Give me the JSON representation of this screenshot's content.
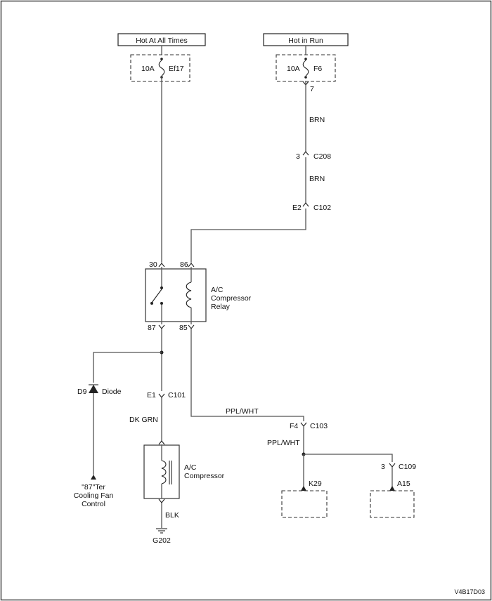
{
  "power": {
    "hot_at_all_times": "Hot At All Times",
    "hot_in_run": "Hot in Run"
  },
  "fuses": {
    "ef17": {
      "rating": "10A",
      "name": "Ef17"
    },
    "f6": {
      "rating": "10A",
      "name": "F6",
      "pin": "7"
    }
  },
  "wires": {
    "brn_1": "BRN",
    "brn_2": "BRN",
    "dk_grn": "DK GRN",
    "ppl_wht_1": "PPL/WHT",
    "ppl_wht_2": "PPL/WHT",
    "blk": "BLK"
  },
  "connectors": {
    "c208": {
      "pin": "3",
      "name": "C208"
    },
    "c102": {
      "pin": "E2",
      "name": "C102"
    },
    "c101": {
      "pin": "E1",
      "name": "C101"
    },
    "c103": {
      "pin": "F4",
      "name": "C103"
    },
    "c109": {
      "pin": "3",
      "name": "C109"
    }
  },
  "relay": {
    "pins": {
      "p30": "30",
      "p86": "86",
      "p87": "87",
      "p85": "85"
    },
    "label_lines": [
      "A/C",
      "Compressor",
      "Relay"
    ]
  },
  "diode": {
    "ref": "D9",
    "name": "Diode"
  },
  "cooling_fan": {
    "lines": [
      "\"87\"Ter",
      "Cooling Fan",
      "Control"
    ]
  },
  "compressor": {
    "lines": [
      "A/C",
      "Compressor"
    ]
  },
  "ground": "G202",
  "modules": {
    "k29": "K29",
    "a15": "A15"
  },
  "figure_code": "V4B17D03"
}
